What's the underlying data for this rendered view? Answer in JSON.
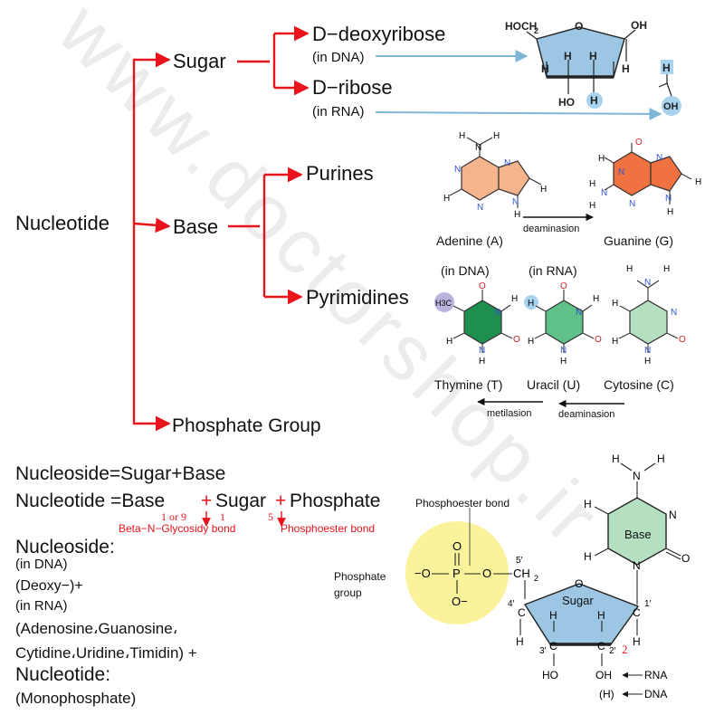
{
  "colors": {
    "red_arrow": "#e8131b",
    "blue_arrow": "#7eb6d8",
    "sugar_fill": "#9cc6e3",
    "adenine_fill": "#f6b48c",
    "guanine_fill": "#f07240",
    "thymine_fill": "#1e8f4e",
    "uracil_fill": "#5fc08a",
    "cytosine_fill": "#b5dfc1",
    "phosphate_highlight": "#fbf39b",
    "methyl_highlight": "#b8b4dc",
    "h_highlight": "#a7d3ef",
    "watermark": "#ececec"
  },
  "tree": {
    "root": "Nucleotide",
    "sugar": "Sugar",
    "deoxyribose": "D−deoxyribose",
    "deoxyribose_note": "(in DNA)",
    "ribose": "D−ribose",
    "ribose_note": "(in RNA)",
    "base": "Base",
    "purines": "Purines",
    "pyrimidines": "Pyrimidines",
    "phosphate": "Phosphate Group"
  },
  "sugar_ring": {
    "hoch2": "HOCH",
    "sub2": "2",
    "o": "O",
    "oh": "OH",
    "h": "H",
    "ho": "HO",
    "ribose_h": "H",
    "ribose_oh": "OH"
  },
  "bases": {
    "adenine": "Adenine (A)",
    "guanine": "Guanine (G)",
    "deamination_1": "deaminasion",
    "in_dna": "(in DNA)",
    "in_rna": "(in RNA)",
    "thymine": "Thymine (T)",
    "uracil": "Uracil (U)",
    "cytosine": "Cytosine (C)",
    "methylation": "metilasion",
    "deamination_2": "deaminasion",
    "atom_h": "H",
    "atom_n": "N",
    "atom_o": "O",
    "methyl": "H3C"
  },
  "formulas": {
    "nucleoside_eq": "Nucleoside=Sugar+Base",
    "nucleotide_eq_a": "Nucleotide =Base",
    "nucleotide_eq_b": "Sugar",
    "nucleotide_eq_c": "Phosphate",
    "plus": "+",
    "pos_1or9": "1 or 9",
    "pos_1": "1",
    "pos_5": "5",
    "glycosidic_bond": "Beta−N−Glycosidy bond",
    "phosphoester_bond": "Phosphoester bond"
  },
  "naming": {
    "nucleoside_head": "Nucleoside:",
    "in_dna": "(in DNA)",
    "deoxy": "(Deoxy−)+",
    "in_rna": "(in RNA)",
    "names_1": "(Adenosine،Guanosine،",
    "names_2": "Cytidine،Uridine،Timidin) +",
    "nucleotide_head": "Nucleotide:",
    "monophosphate": "(Monophosphate)"
  },
  "nucleotide_structure": {
    "phosphoester_bond": "Phosphoester bond",
    "phosphate_group_1": "Phosphate",
    "phosphate_group_2": "group",
    "base_label": "Base",
    "sugar_label": "Sugar",
    "o": "O",
    "p": "P",
    "neg_o": "−O",
    "o_neg": "O−",
    "ch2": "CH",
    "sub2": "2",
    "c": "C",
    "h": "H",
    "n": "N",
    "ho": "HO",
    "oh": "OH",
    "paren_h": "(H)",
    "rna": "RNA",
    "dna": "DNA",
    "pos_5p": "5′",
    "pos_4p": "4′",
    "pos_3p": "3′",
    "pos_2p": "2′",
    "pos_1p": "1′",
    "marker_2": "2"
  },
  "watermark": "www.doctorshop.ir"
}
